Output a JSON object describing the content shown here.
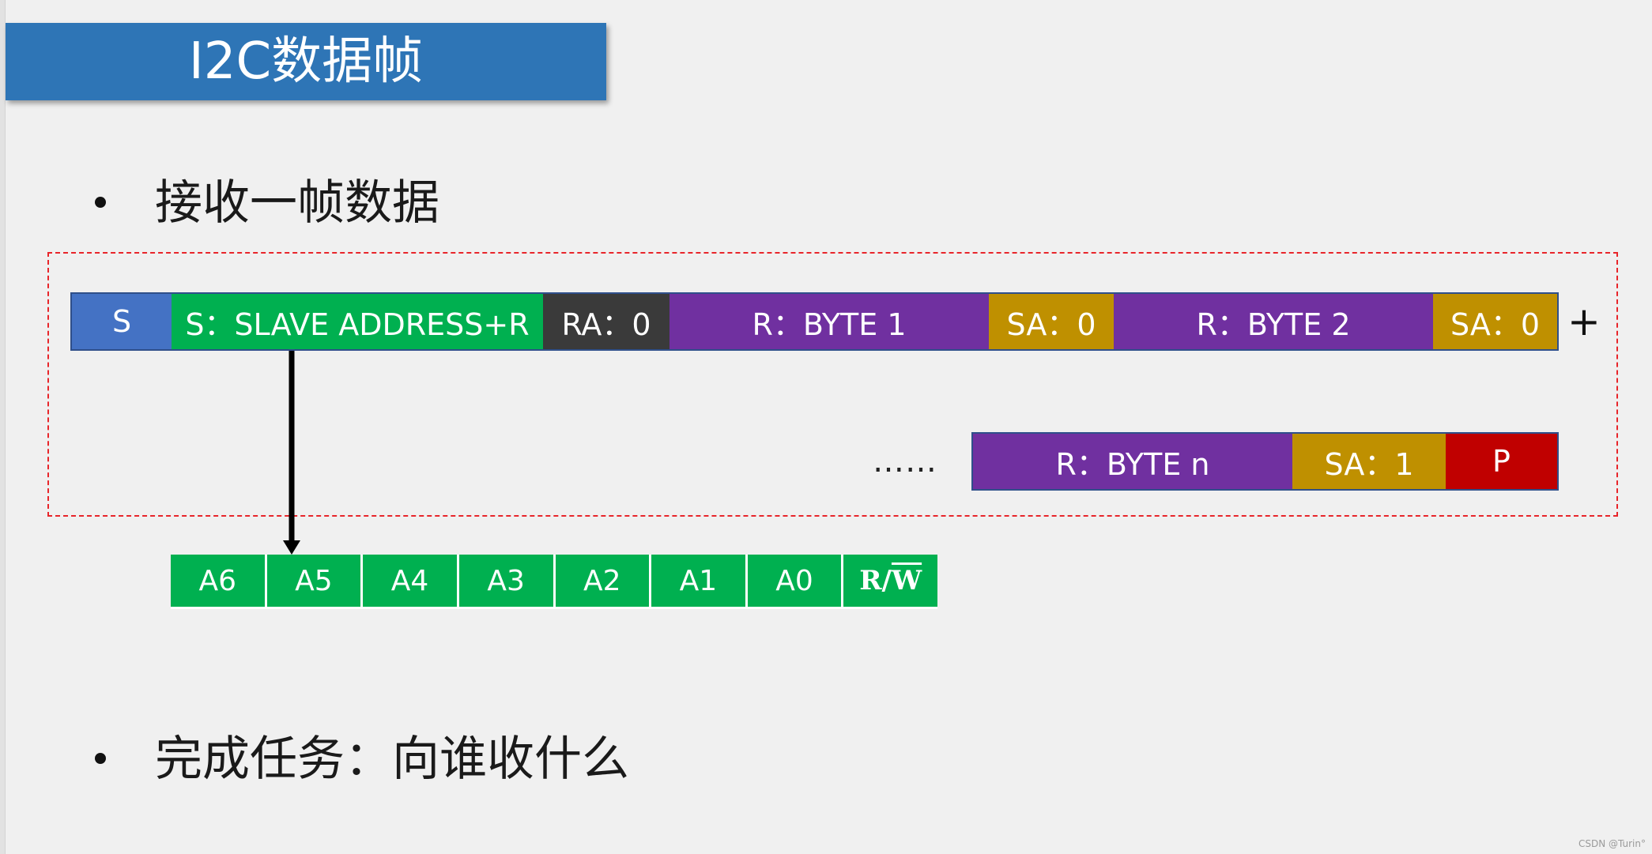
{
  "title": "I2C数据帧",
  "bullets": [
    "接收一帧数据",
    "完成任务：向谁收什么"
  ],
  "frame_row_1": [
    {
      "label": "S",
      "color": "#4472c4"
    },
    {
      "label": "S：SLAVE ADDRESS+R",
      "color": "#00b050"
    },
    {
      "label": "RA：0",
      "color": "#3a3a3a"
    },
    {
      "label": "R：BYTE 1",
      "color": "#7030a0"
    },
    {
      "label": "SA：0",
      "color": "#bf9000"
    },
    {
      "label": "R：BYTE 2",
      "color": "#7030a0"
    },
    {
      "label": "SA：0",
      "color": "#bf9000"
    }
  ],
  "continuation": "+",
  "ellipsis": "……",
  "frame_row_2": [
    {
      "label": "R：BYTE n",
      "color": "#7030a0"
    },
    {
      "label": "SA：1",
      "color": "#bf9000"
    },
    {
      "label": "P",
      "color": "#c00000"
    }
  ],
  "address_bits": [
    "A6",
    "A5",
    "A4",
    "A3",
    "A2",
    "A1",
    "A0"
  ],
  "rw_bit": {
    "prefix": "R/",
    "overlined": "W"
  },
  "watermark": "CSDN @Turin°",
  "colors": {
    "title_bar": "#2e75b6",
    "dashed_frame": "#e8252a",
    "address_bits": "#00b050",
    "background": "#f0f0f0"
  }
}
